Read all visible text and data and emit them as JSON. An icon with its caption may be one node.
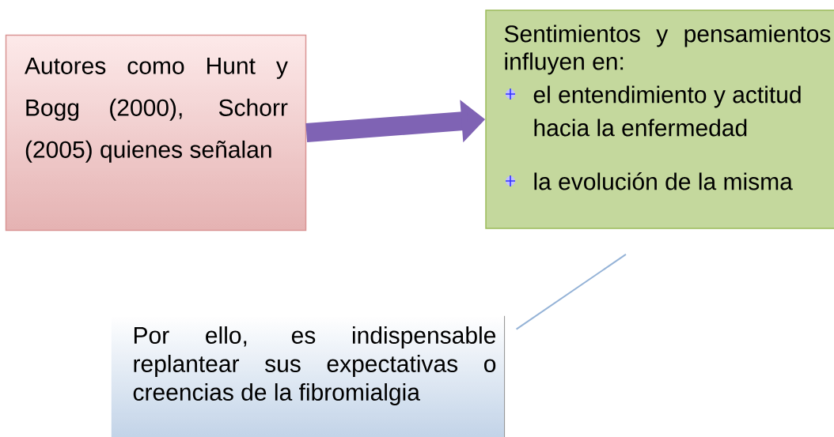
{
  "diagram": {
    "nodes": [
      {
        "text": [
          "Autores como Hunt y Bogg (2000), Schorr (2005) quienes señalan"
        ]
      },
      {
        "text": [
          "Sentimientos y pensamientos influyen en:",
          "el entendimiento y actitud hacia la enfermedad",
          "la evolución de la misma"
        ]
      },
      {
        "text": [
          "Por ello, es indispensable replantear sus expectativas o creencias de la fibromialgia"
        ]
      }
    ],
    "edges": [
      {
        "from": 0,
        "to": 1,
        "arrow": "to",
        "style": "thick",
        "color": "#7f63b4"
      },
      {
        "from": 1,
        "to": 2,
        "arrow": "none",
        "color": "#95b3d7"
      }
    ]
  }
}
